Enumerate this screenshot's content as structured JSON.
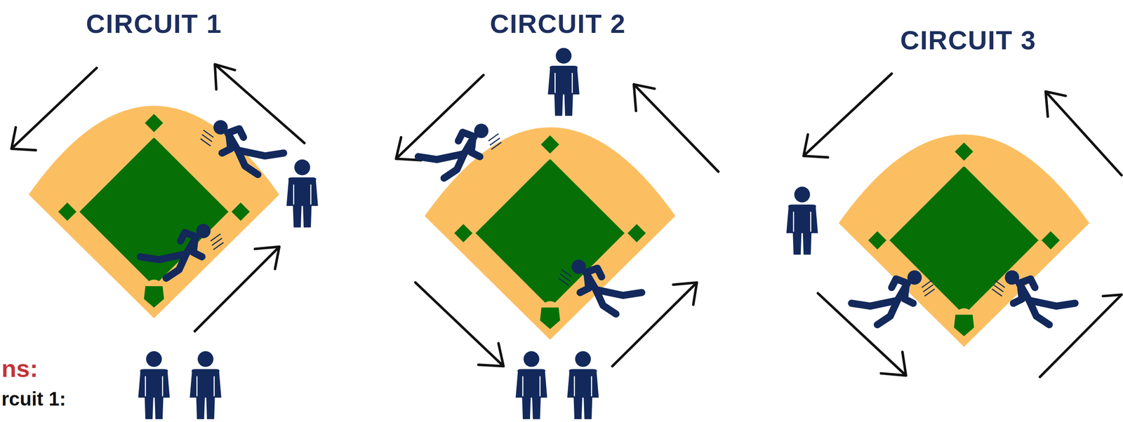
{
  "diagram": {
    "labels": [
      "CIRCUIT 1",
      "CIRCUIT 2",
      "CIRCUIT 3",
      "ns:",
      "rcuit 1:"
    ]
  }
}
